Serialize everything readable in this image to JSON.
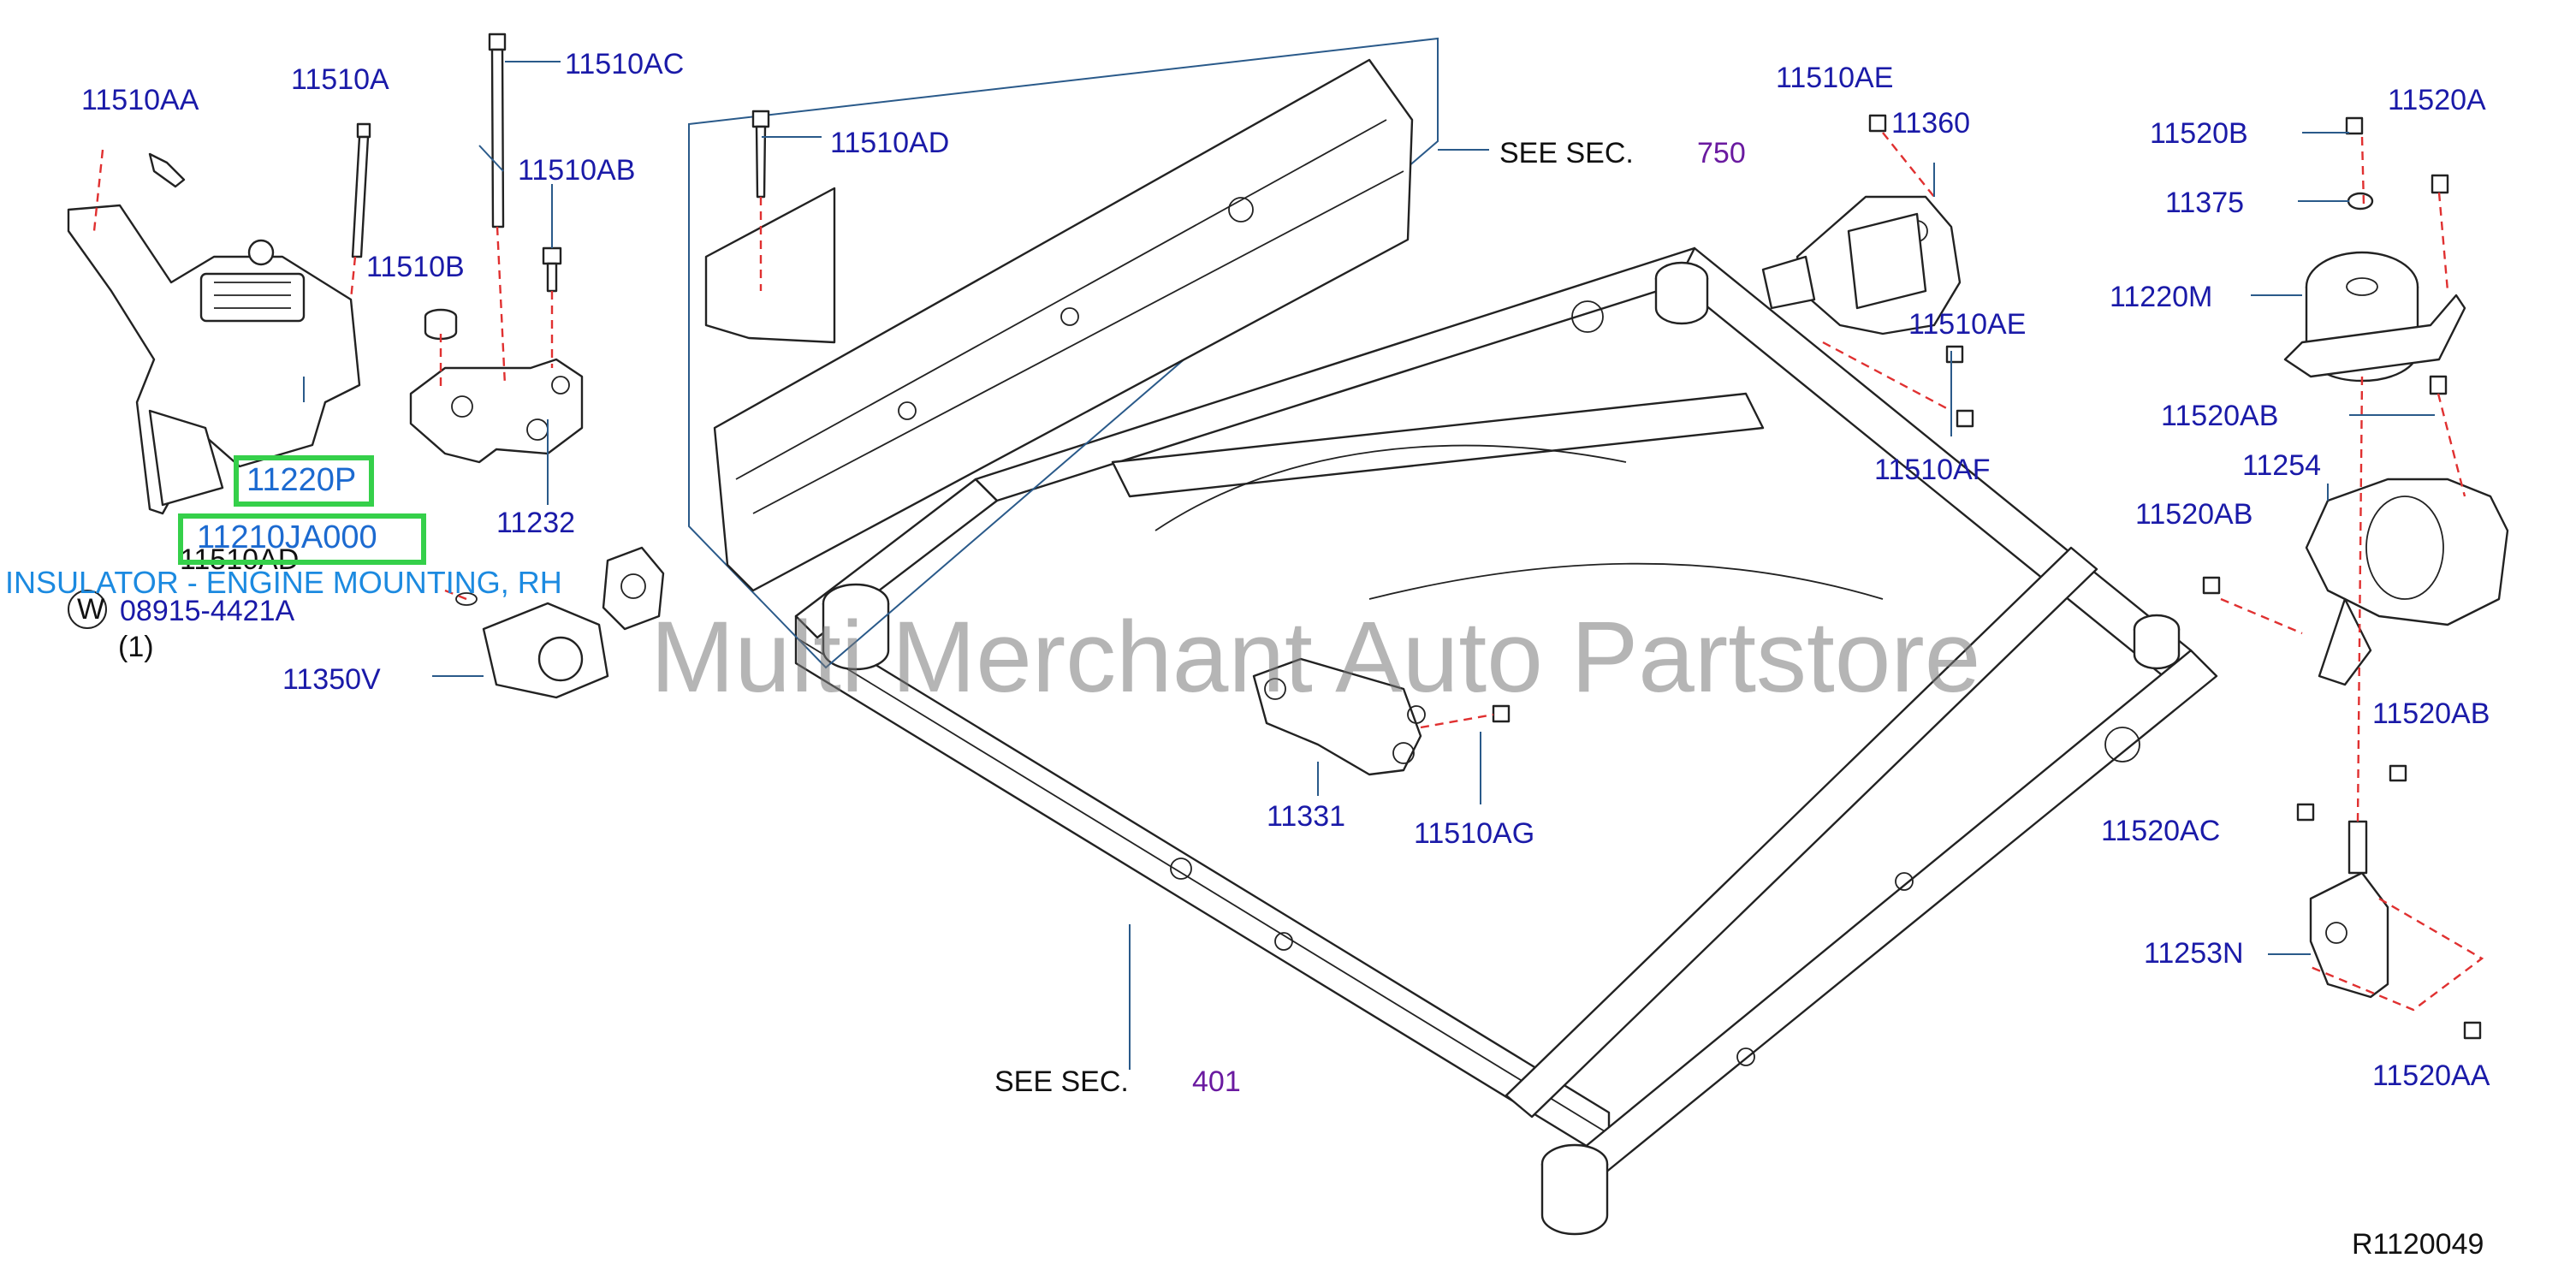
{
  "labels": {
    "p11510AA_1": "11510AA",
    "p11510A": "11510A",
    "p11510AC": "11510AC",
    "p11510AB_1": "11510AB",
    "p11510B": "11510B",
    "p11510AD_1": "11510AD",
    "p11510AD_2": "11510AD",
    "p11232": "11232",
    "p08915": "08915-4421A",
    "p08915_qty": "(1)",
    "circle_w": "W",
    "p11350V": "11350V",
    "p11331": "11331",
    "p11510AG": "11510AG",
    "p11510AE_1": "11510AE",
    "p11360": "11360",
    "p11510AE_2": "11510AE",
    "p11510AF": "11510AF",
    "p11520B": "11520B",
    "p11520A": "11520A",
    "p11375": "11375",
    "p11220M": "11220M",
    "p11520AB_1": "11520AB",
    "p11254": "11254",
    "p11520AB_2": "11520AB",
    "p11520AB_3": "11520AB",
    "p11520AC": "11520AC",
    "p11253N": "11253N",
    "p11520AA": "11520AA",
    "see_text_1": "SEE   SEC.",
    "see_num_1": "750",
    "see_text_2": "SEE   SEC.",
    "see_num_2": "401",
    "ref_code": "R1120049"
  },
  "highlights": {
    "box1": "11220P",
    "box2": "11210JA000",
    "insulator": "INSULATOR - ENGINE MOUNTING, RH"
  },
  "watermark": "Multi Merchant Auto Partstore",
  "colors": {
    "label_blue": "#1a1aa8",
    "section_purple": "#6a1aa0",
    "highlight_green": "#35d04a",
    "highlight_text_blue": "#1c6ad0",
    "leader_dash_red": "#e03030"
  }
}
